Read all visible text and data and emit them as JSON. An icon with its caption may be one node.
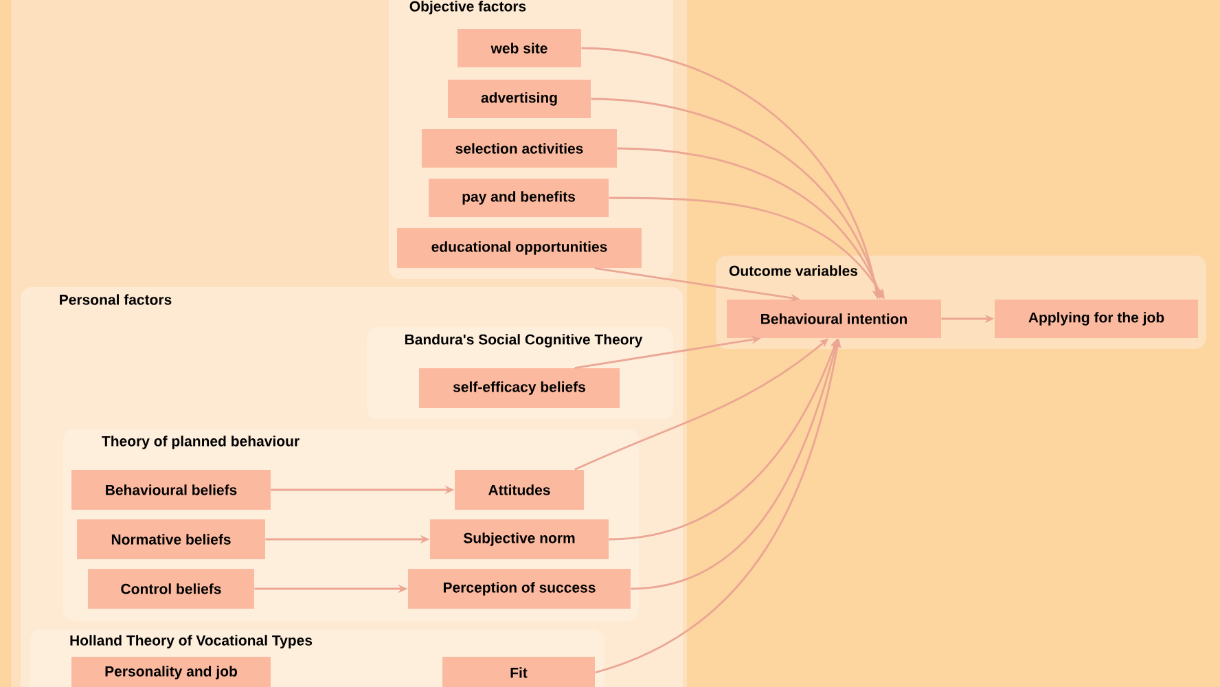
{
  "diagram": {
    "nodes": [
      {
        "text": [
          "Objective factors"
        ]
      },
      {
        "text": [
          "web site"
        ],
        "in": 0
      },
      {
        "text": [
          "advertising"
        ],
        "in": 0
      },
      {
        "text": [
          "selection activities"
        ],
        "in": 0
      },
      {
        "text": [
          "pay and benefits"
        ],
        "in": 0
      },
      {
        "text": [
          "educational opportunities"
        ],
        "in": 0
      },
      {
        "text": [
          "Outcome variables"
        ]
      },
      {
        "text": [
          "Behavioural intention"
        ],
        "in": 6
      },
      {
        "text": [
          "Applying for the job"
        ],
        "in": 6
      },
      {
        "text": [
          "Personal factors"
        ]
      },
      {
        "text": [
          "Bandura's Social Cognitive Theory"
        ],
        "in": 9
      },
      {
        "text": [
          "self-efficacy beliefs"
        ],
        "in": 10
      },
      {
        "text": [
          "Theory of planned behaviour"
        ],
        "in": 9
      },
      {
        "text": [
          "Behavioural beliefs"
        ],
        "in": 12
      },
      {
        "text": [
          "Attitudes"
        ],
        "in": 12
      },
      {
        "text": [
          "Normative beliefs"
        ],
        "in": 12
      },
      {
        "text": [
          "Subjective norm"
        ],
        "in": 12
      },
      {
        "text": [
          "Control beliefs"
        ],
        "in": 12
      },
      {
        "text": [
          "Perception of success"
        ],
        "in": 12
      },
      {
        "text": [
          "Holland Theory of Vocational Types"
        ],
        "in": 9
      },
      {
        "text": [
          "Personality and job"
        ],
        "in": 19
      },
      {
        "text": [
          "Fit"
        ],
        "in": 19
      }
    ],
    "edges": [
      {
        "from": 1,
        "to": 7,
        "arrow": "to"
      },
      {
        "from": 2,
        "to": 7,
        "arrow": "to"
      },
      {
        "from": 3,
        "to": 7,
        "arrow": "to"
      },
      {
        "from": 4,
        "to": 7,
        "arrow": "to"
      },
      {
        "from": 5,
        "to": 7,
        "arrow": "to"
      },
      {
        "from": 7,
        "to": 8,
        "arrow": "to"
      },
      {
        "from": 11,
        "to": 7,
        "arrow": "to"
      },
      {
        "from": 13,
        "to": 14,
        "arrow": "to"
      },
      {
        "from": 15,
        "to": 16,
        "arrow": "to"
      },
      {
        "from": 17,
        "to": 18,
        "arrow": "to"
      },
      {
        "from": 14,
        "to": 7,
        "arrow": "to"
      },
      {
        "from": 16,
        "to": 7,
        "arrow": "to"
      },
      {
        "from": 18,
        "to": 7,
        "arrow": "to"
      },
      {
        "from": 21,
        "to": 7,
        "arrow": "to"
      }
    ]
  }
}
